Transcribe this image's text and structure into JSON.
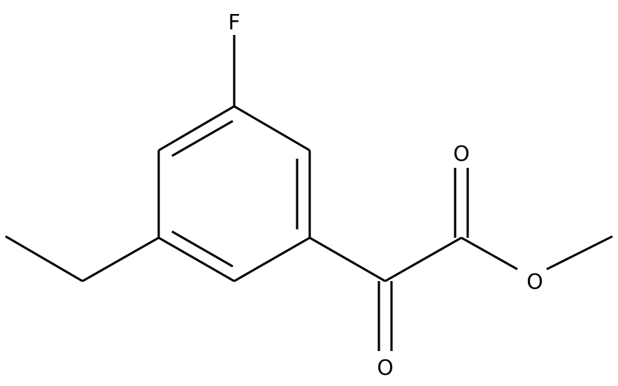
{
  "molecule": {
    "atoms": {
      "fluorine": "F",
      "ketone_oxygen": "O",
      "carbonyl_oxygen": "O",
      "ester_oxygen": "O"
    },
    "colors": {
      "bond": "#000000",
      "background": "#ffffff"
    }
  }
}
